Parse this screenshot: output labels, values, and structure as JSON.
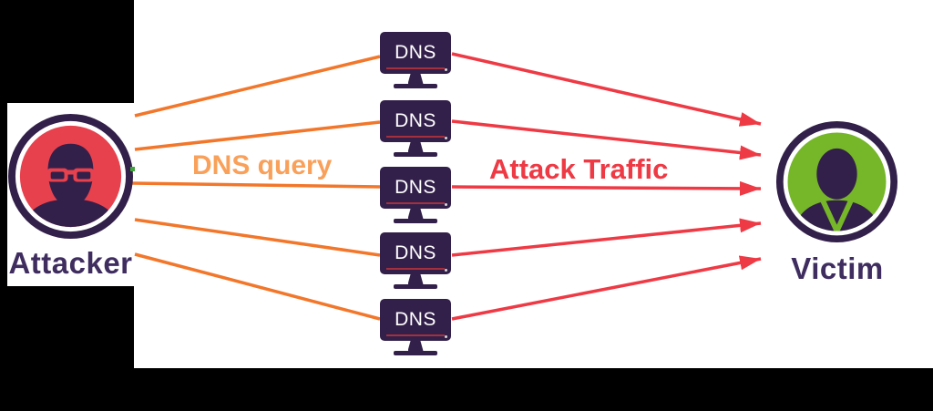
{
  "colors": {
    "purple": "#33204a",
    "purple_text": "#3f2d60",
    "orange_line": "#f2772b",
    "orange_text": "#f9a05a",
    "red": "#ee3a45",
    "attacker_red": "#e8414e",
    "victim_green": "#76b629",
    "black": "#000000",
    "white": "#ffffff"
  },
  "diagram": {
    "attacker": {
      "label": "Attacker"
    },
    "victim": {
      "label": "Victim"
    },
    "dns_query_label": "DNS query",
    "attack_traffic_label": "Attack Traffic",
    "dns_servers": [
      {
        "label": "DNS"
      },
      {
        "label": "DNS"
      },
      {
        "label": "DNS"
      },
      {
        "label": "DNS"
      },
      {
        "label": "DNS"
      }
    ]
  }
}
